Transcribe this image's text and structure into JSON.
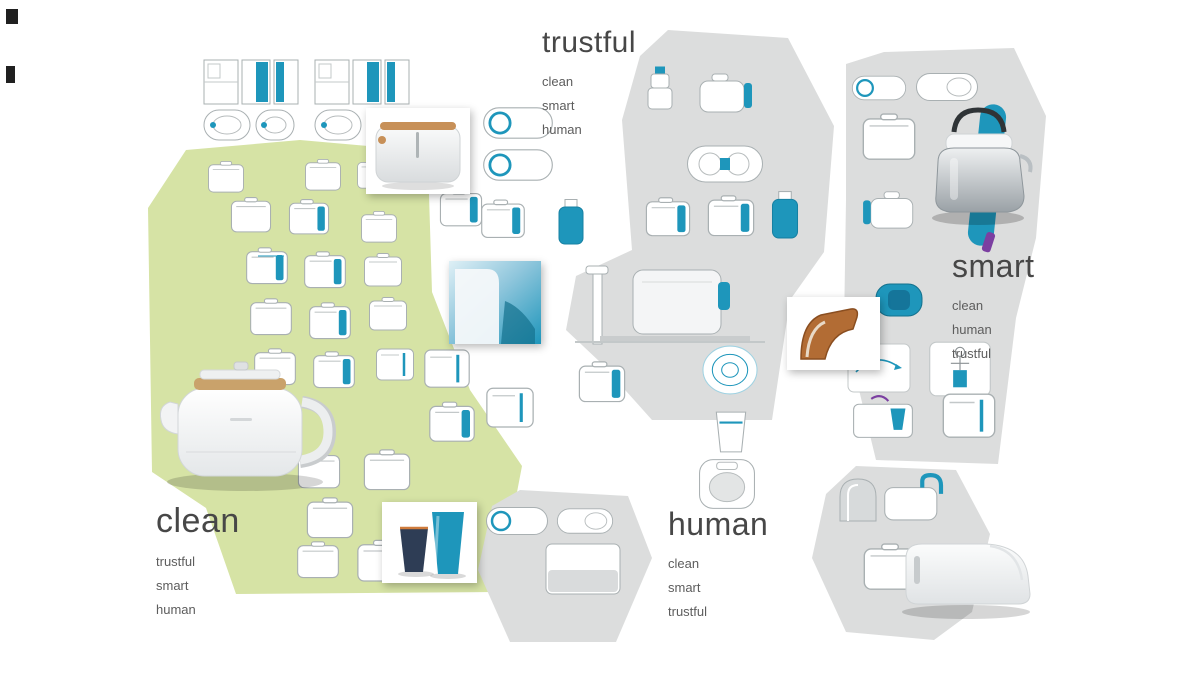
{
  "board": {
    "clusters": [
      {
        "id": "trustful",
        "title": "trustful",
        "subs": [
          "clean",
          "smart",
          "human"
        ]
      },
      {
        "id": "smart",
        "title": "smart",
        "subs": [
          "clean",
          "human",
          "trustful"
        ]
      },
      {
        "id": "clean",
        "title": "clean",
        "subs": [
          "trustful",
          "smart",
          "human"
        ]
      },
      {
        "id": "human",
        "title": "human",
        "subs": [
          "clean",
          "smart",
          "trustful"
        ]
      }
    ],
    "colors": {
      "accent_teal": "#1e96bb",
      "zone_green": "#d6e3a5",
      "zone_gray": "#dcdddd",
      "title_text": "#474747",
      "sub_text": "#5d5d5d",
      "accent_purple": "#7b3fa1",
      "wood": "#c9a26b"
    }
  }
}
